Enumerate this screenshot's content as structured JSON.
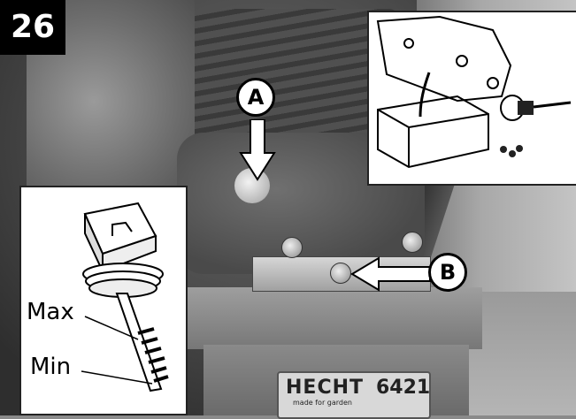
{
  "step_number": "26",
  "callouts": {
    "a_label": "A",
    "b_label": "B"
  },
  "dipstick_inset": {
    "max_label": "Max",
    "min_label": "Min"
  },
  "nameplate": {
    "brand": "HECHT",
    "model": "6421",
    "tagline": "made for garden"
  },
  "colors": {
    "badge_background": "#000000",
    "badge_text": "#ffffff",
    "arrow_fill": "#ffffff",
    "outline": "#000000"
  },
  "icons": [
    "down-arrow-icon",
    "left-arrow-icon",
    "dipstick-illustration",
    "oil-drain-illustration"
  ]
}
